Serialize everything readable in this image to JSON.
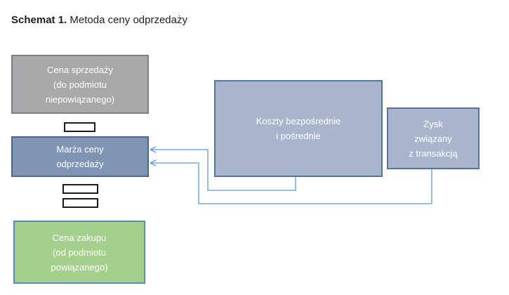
{
  "title": {
    "bold": "Schemat 1.",
    "text": " Metoda ceny odprzedaży"
  },
  "boxes": {
    "sales_price": "Cena sprzedaży\n(do podmiotu\nniepowiązanego)",
    "resale_margin": "Marża ceny\nodprzedaży",
    "purchase_price": "Cena zakupu\n(od podmiotu\npowiązanego)",
    "costs": "Koszty bezpośrednie\ni pośrednie",
    "profit": "Zysk\nzwiązany\nz transakcją"
  },
  "colors": {
    "sales_fill": "#a8a8ab",
    "margin_fill": "#7f95b3",
    "purchase_fill": "#a5cf8d",
    "costs_fill": "#a9b5cc",
    "profit_fill": "#a9b5cc",
    "connector": "#5b9bd5"
  }
}
